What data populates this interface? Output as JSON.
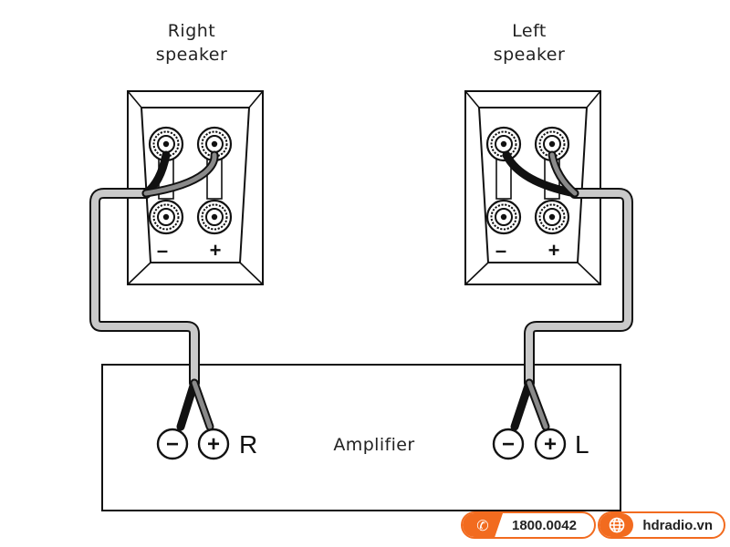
{
  "speakers": {
    "right": {
      "label_line1": "Right",
      "label_line2": "speaker",
      "minus": "–",
      "plus": "+"
    },
    "left": {
      "label_line1": "Left",
      "label_line2": "speaker",
      "minus": "–",
      "plus": "+"
    }
  },
  "amplifier": {
    "label": "Amplifier",
    "right_channel": {
      "minus": "−",
      "plus": "+",
      "letter": "R"
    },
    "left_channel": {
      "minus": "−",
      "plus": "+",
      "letter": "L"
    }
  },
  "contact": {
    "phone": "1800.0042",
    "website": "hdradio.vn",
    "phone_icon": "phone-icon",
    "web_icon": "globe-icon",
    "accent_color": "#f26b1f"
  }
}
